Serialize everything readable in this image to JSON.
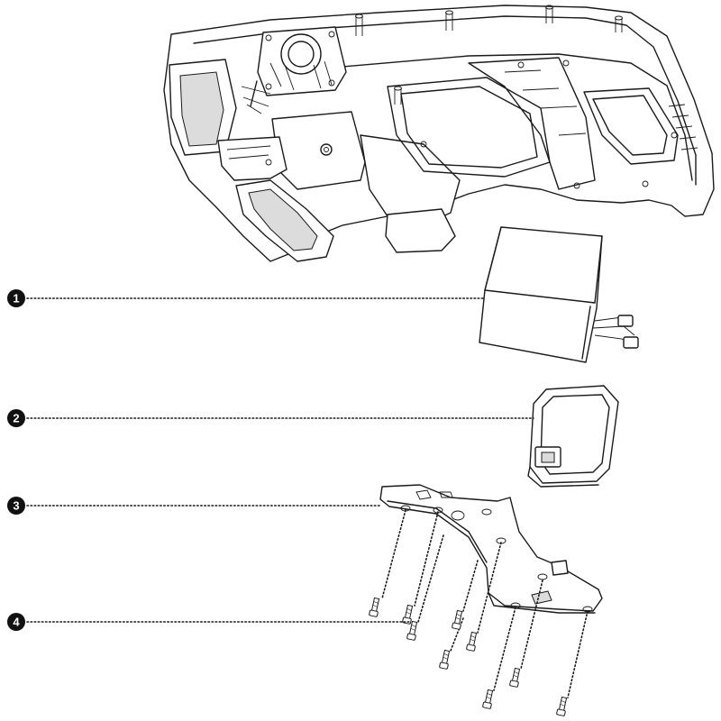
{
  "callouts": [
    {
      "id": "1",
      "label": "1"
    },
    {
      "id": "2",
      "label": "2"
    },
    {
      "id": "3",
      "label": "3"
    },
    {
      "id": "4",
      "label": "4"
    }
  ],
  "colors": {
    "ink": "#1a1a1a",
    "callout": "#111111",
    "background": "#ffffff"
  }
}
